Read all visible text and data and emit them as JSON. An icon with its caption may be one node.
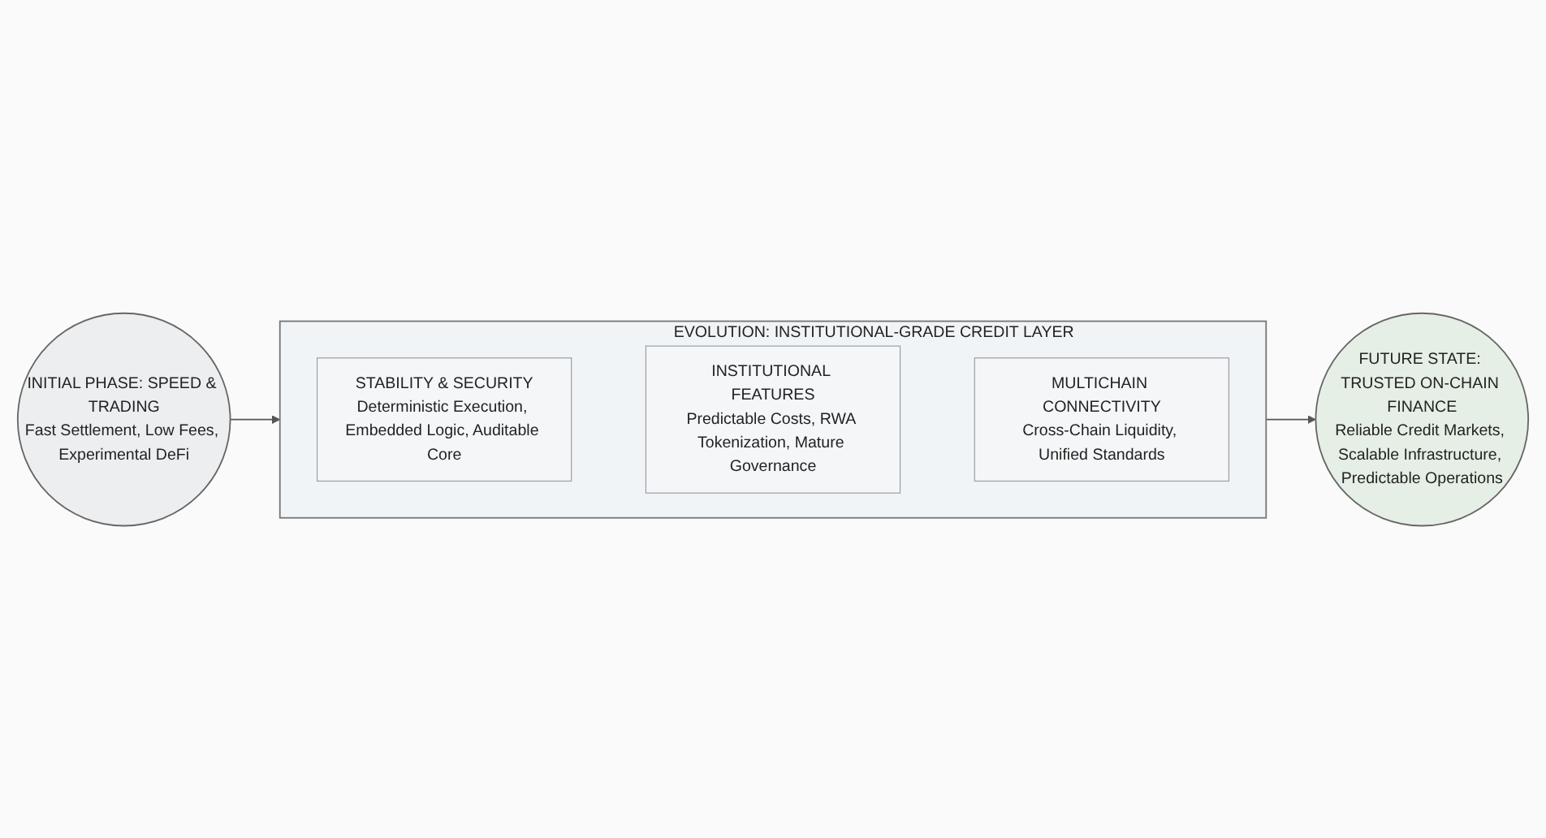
{
  "diagram": {
    "nodes": [
      {
        "text": [
          "INITIAL PHASE: SPEED & TRADING",
          "Fast Settlement, Low Fees, Experimental DeFi"
        ]
      },
      {
        "text": [
          "EVOLUTION: INSTITUTIONAL-GRADE CREDIT LAYER"
        ]
      },
      {
        "text": [
          "STABILITY & SECURITY",
          "Deterministic Execution, Embedded Logic, Auditable Core"
        ],
        "in": 1
      },
      {
        "text": [
          "INSTITUTIONAL FEATURES",
          "Predictable Costs, RWA Tokenization, Mature Governance"
        ],
        "in": 1
      },
      {
        "text": [
          "MULTICHAIN CONNECTIVITY",
          "Cross-Chain Liquidity, Unified Standards"
        ],
        "in": 1
      },
      {
        "text": [
          "FUTURE STATE: TRUSTED ON-CHAIN FINANCE",
          "Reliable Credit Markets, Scalable Infrastructure, Predictable Operations"
        ]
      }
    ],
    "edges": [
      {
        "from": 0,
        "to": 1,
        "arrow": "to"
      },
      {
        "from": 1,
        "to": 5,
        "arrow": "to"
      }
    ]
  }
}
